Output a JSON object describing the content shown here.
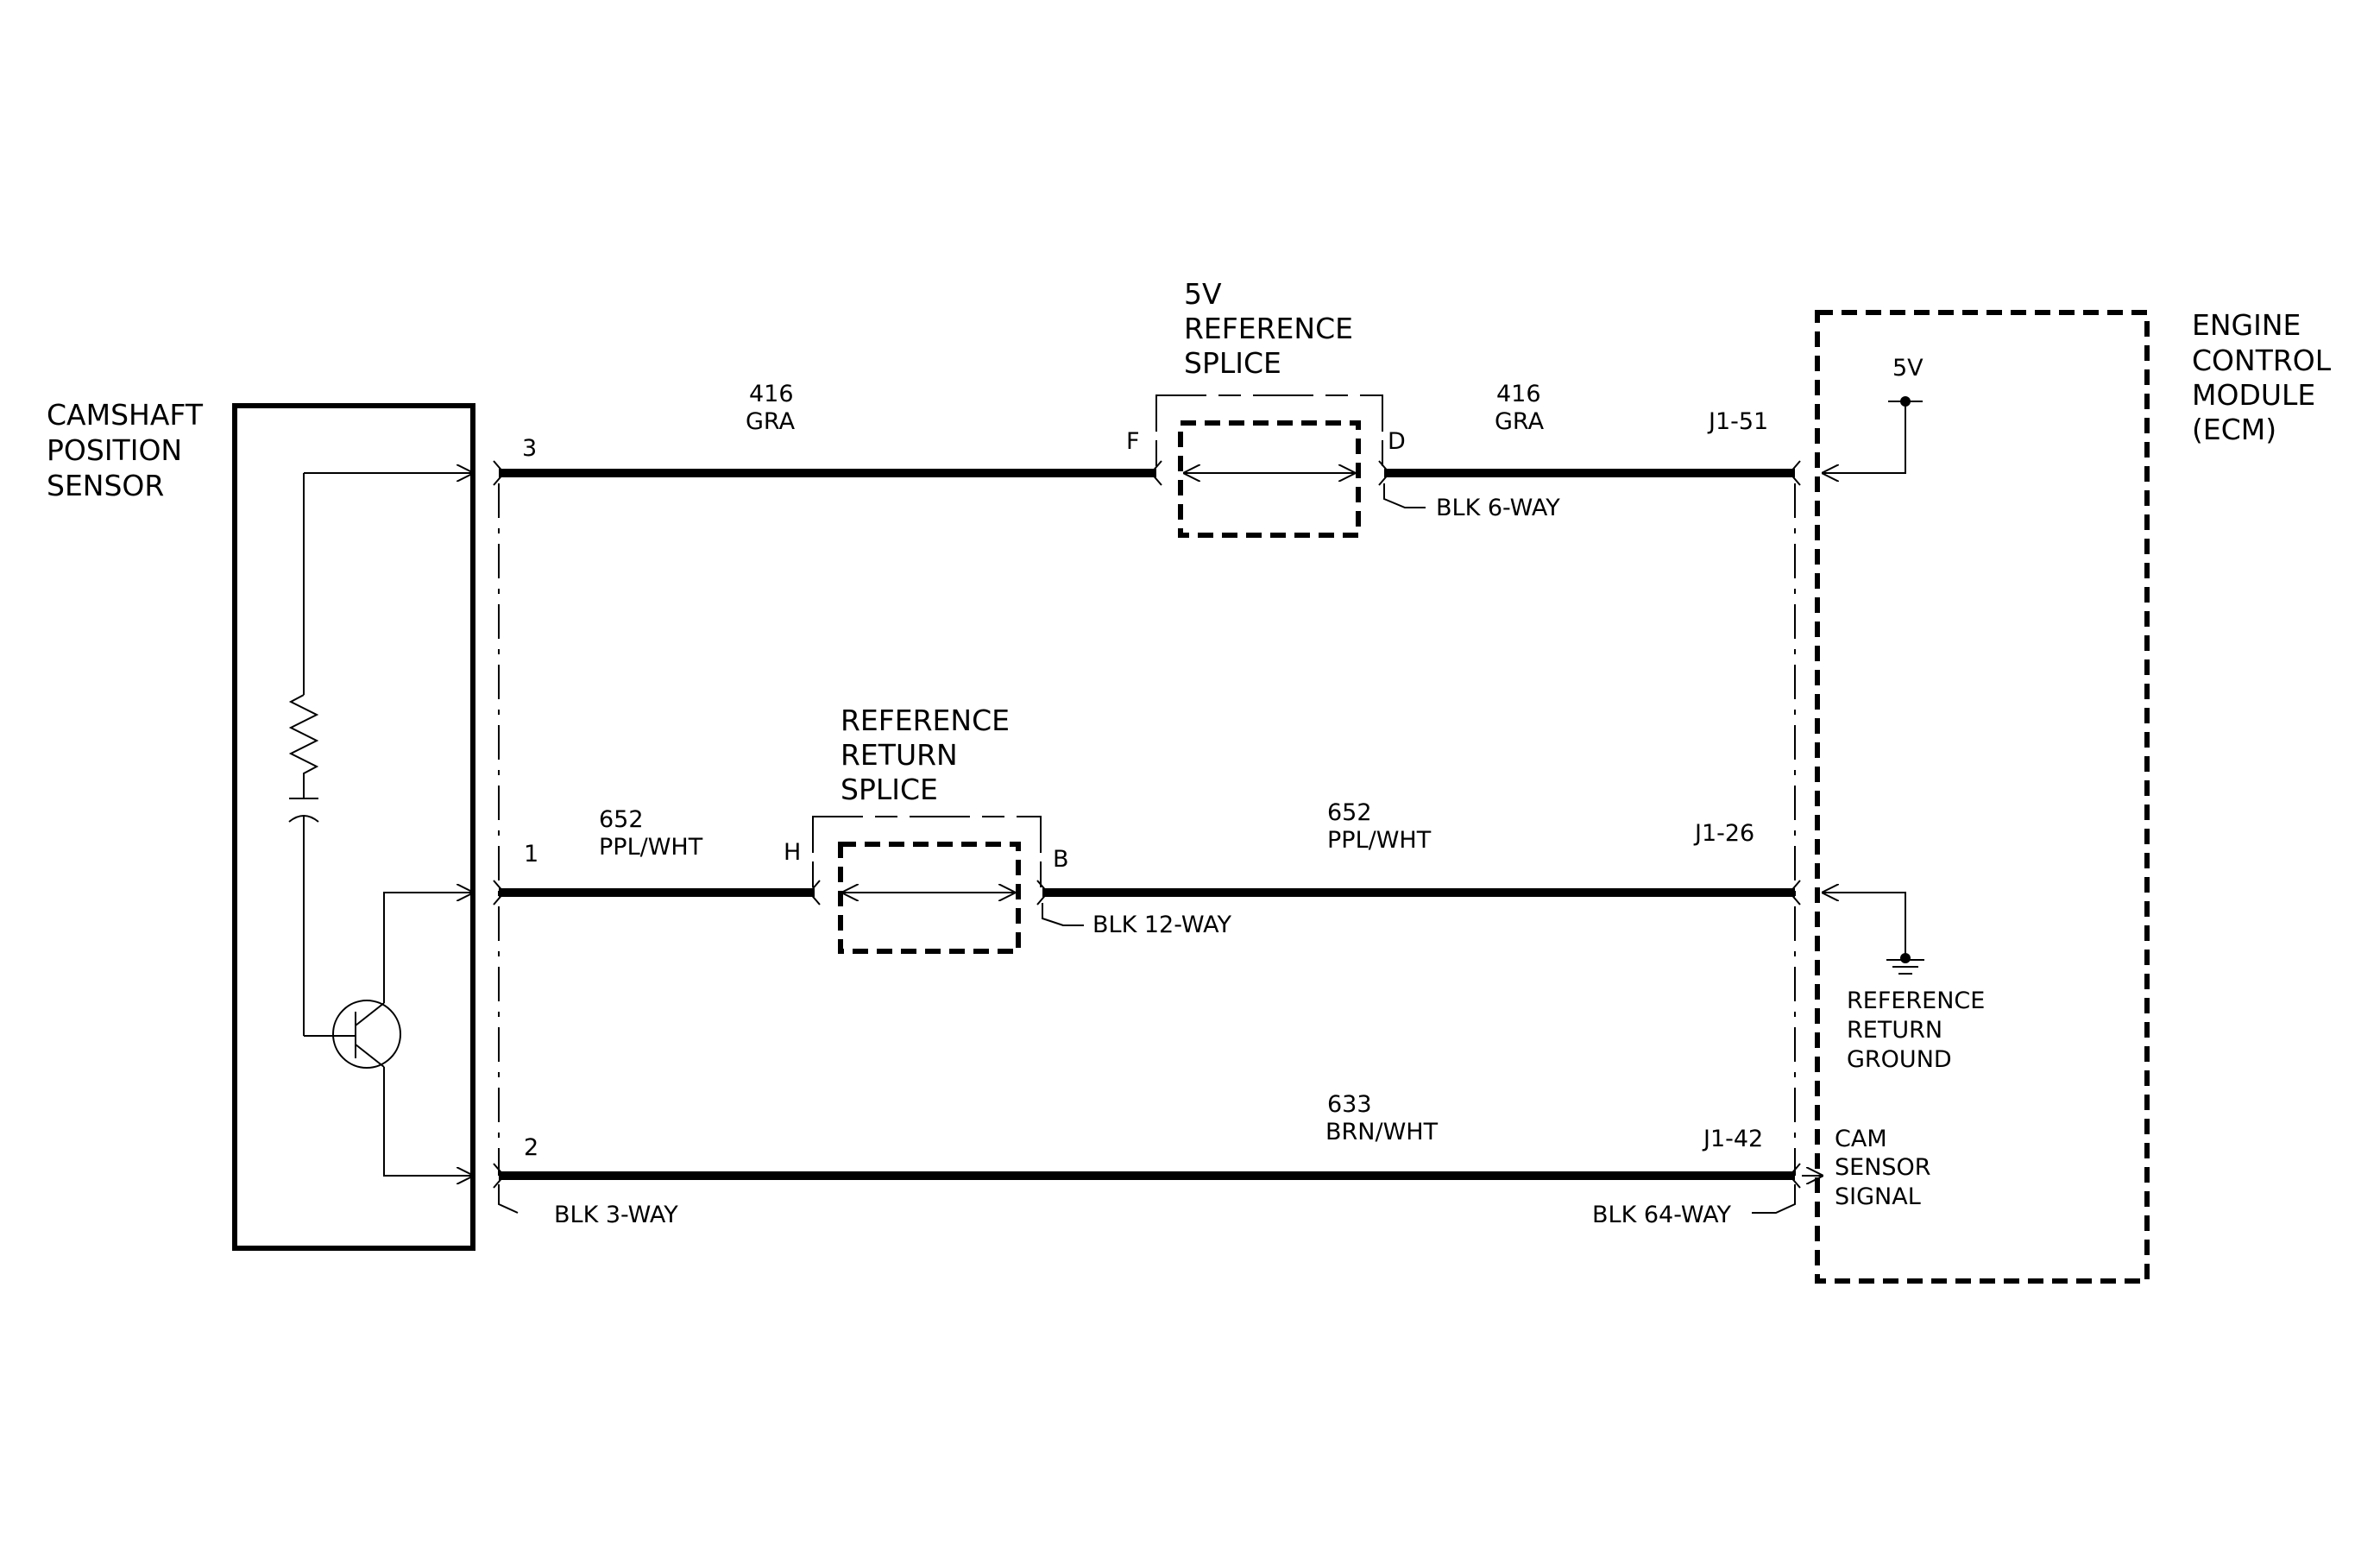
{
  "sensor": {
    "name_lines": [
      "CAMSHAFT",
      "POSITION",
      "SENSOR"
    ]
  },
  "ecm": {
    "name_lines": [
      "ENGINE",
      "CONTROL",
      "MODULE",
      "(ECM)"
    ],
    "supply_label": "5V",
    "ground_label_lines": [
      "REFERENCE",
      "RETURN",
      "GROUND"
    ],
    "signal_label_lines": [
      "CAM",
      "SENSOR",
      "SIGNAL"
    ]
  },
  "splices": {
    "five_v": {
      "name_lines": [
        "5V",
        "REFERENCE",
        "SPLICE"
      ],
      "pin_in": "F",
      "pin_out": "D",
      "connector": "BLK 6-WAY"
    },
    "ref_return": {
      "name_lines": [
        "REFERENCE",
        "RETURN",
        "SPLICE"
      ],
      "pin_in": "H",
      "pin_out": "B",
      "connector": "BLK 12-WAY"
    }
  },
  "wires": {
    "w416_left": {
      "circuit": "416",
      "color": "GRA"
    },
    "w416_right": {
      "circuit": "416",
      "color": "GRA"
    },
    "w652_left": {
      "circuit": "652",
      "color": "PPL/WHT"
    },
    "w652_right": {
      "circuit": "652",
      "color": "PPL/WHT"
    },
    "w633": {
      "circuit": "633",
      "color": "BRN/WHT"
    }
  },
  "pins": {
    "sensor_3": "3",
    "sensor_1": "1",
    "sensor_2": "2",
    "ecm_51": "J1-51",
    "ecm_26": "J1-26",
    "ecm_42": "J1-42"
  },
  "connectors": {
    "sensor_conn": "BLK 3-WAY",
    "ecm_conn": "BLK 64-WAY"
  }
}
